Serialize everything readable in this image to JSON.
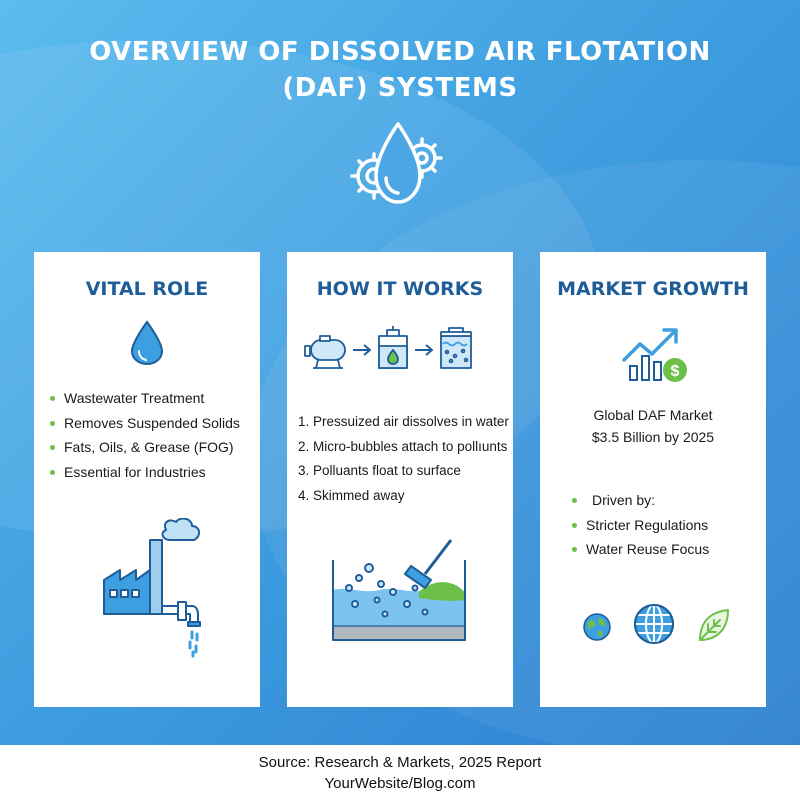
{
  "header": {
    "title_line1": "OVERVIEW OF DISSOLVED AIR FLOTATION",
    "title_line2": "(DAF) SYSTEMS",
    "icon": "water-drop-gears-icon"
  },
  "cards": [
    {
      "title": "VITAL ROLE",
      "icon": "water-drop-icon",
      "bullets": [
        "Wastewater Treatment",
        "Removes Suspended Solids",
        "Fats, Oils, & Grease (FOG)",
        "Essential for Industries"
      ],
      "illustration": "factory-pipe-icon"
    },
    {
      "title": "HOW IT WORKS",
      "icon": "process-flow-icon",
      "steps": [
        "1. Pressuized air dissolves in water",
        "2. Micro-bubbles attach to pollıunts",
        "3. Polluants float to surface",
        "4. Skimmed away"
      ],
      "illustration": "skimming-tank-icon"
    },
    {
      "title": "MARKET GROWTH",
      "icon": "growth-chart-dollar-icon",
      "market_line1": "Global DAF Market",
      "market_line2": "$3.5 Billion by 2025",
      "bullets": [
        "Driven by:",
        "Stricter Regulations",
        "Water Reuse Focus"
      ],
      "illustrations": [
        "earth-icon",
        "globe-icon",
        "leaf-icon"
      ]
    }
  ],
  "footer": {
    "source": "Source: Research & Markets, 2025 Report",
    "website": "YourWebsite/Blog.com"
  },
  "colors": {
    "title_blue": "#1f5d98",
    "bullet_green": "#6cc04a",
    "accent_blue": "#2f7fc9",
    "light_blue": "#cfe8f8"
  }
}
